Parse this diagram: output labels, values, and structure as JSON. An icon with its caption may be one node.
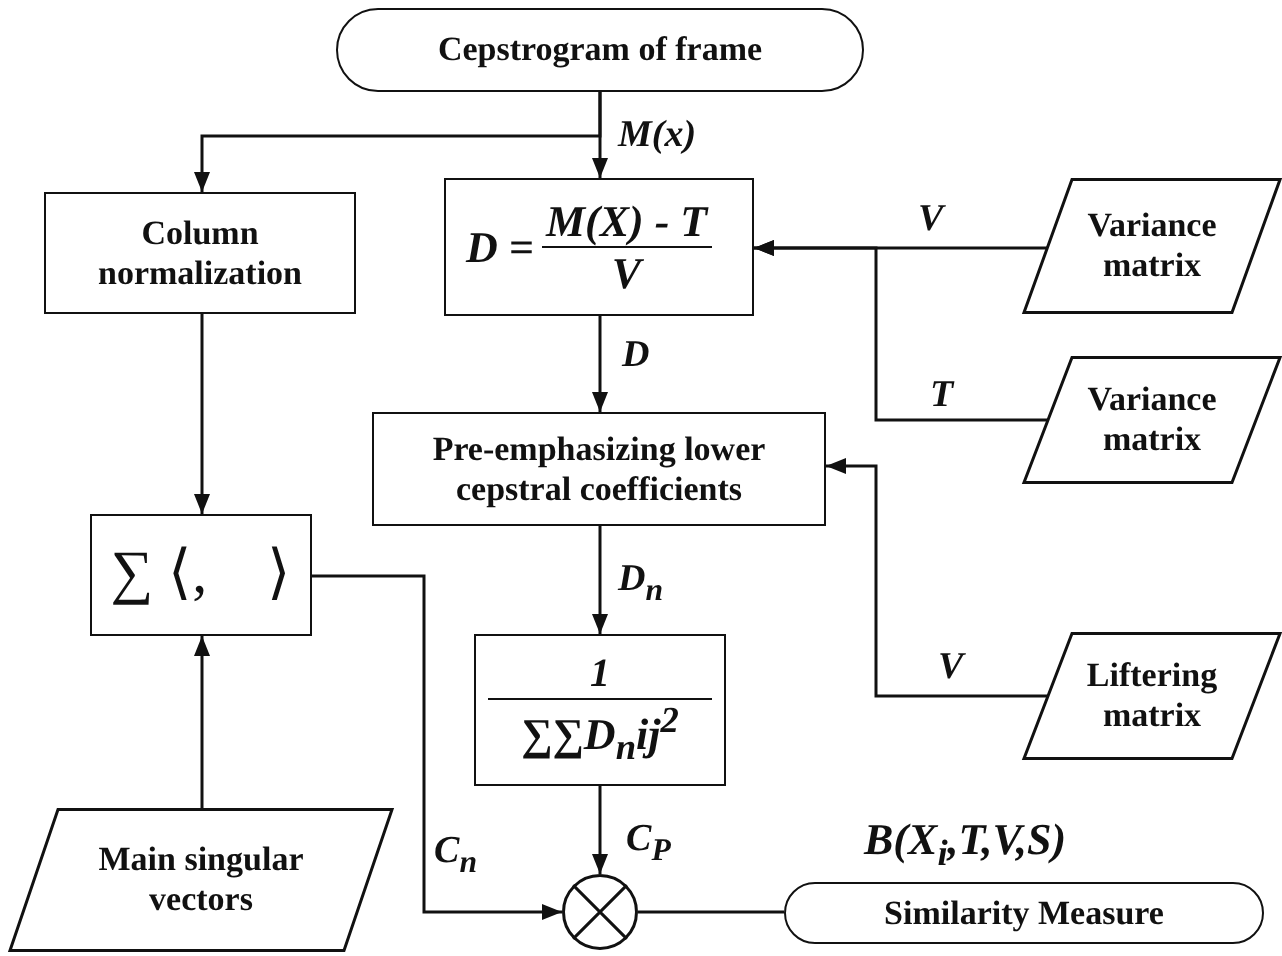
{
  "diagram": {
    "nodes": [
      {
        "text": [
          "Cepstrogram of  frame"
        ]
      },
      {
        "text": [
          "Column normalization"
        ]
      },
      {
        "text": [
          "D =",
          "M(X) - T",
          "V"
        ]
      },
      {
        "text": [
          "Variance matrix"
        ]
      },
      {
        "text": [
          "Variance matrix"
        ]
      },
      {
        "text": [
          "Pre-emphasizing lower cepstral coefficients"
        ]
      },
      {
        "text": [
          "∑ ⟨,    ⟩"
        ]
      },
      {
        "text": [
          "1",
          "∑∑D$_{n}$ij$^{2}$"
        ]
      },
      {
        "text": [
          "Liftering matrix"
        ]
      },
      {
        "text": [
          "Main singular vectors"
        ]
      },
      {
        "text": [],
        "shape": "circle"
      },
      {
        "text": [
          "Similarity Measure"
        ],
        "beside": [
          "B(X$_{i}$,T,V,S)"
        ]
      }
    ],
    "edges": [
      {
        "from": 0,
        "to": 1,
        "arrow": "to"
      },
      {
        "from": 0,
        "to": 2,
        "arrow": "to",
        "label": "M(x)"
      },
      {
        "from": 3,
        "to": 2,
        "arrow": "to",
        "label": "V"
      },
      {
        "from": 4,
        "to": 2,
        "arrow": "to",
        "label": "T"
      },
      {
        "from": 2,
        "to": 5,
        "arrow": "to",
        "label": "D"
      },
      {
        "from": 8,
        "to": 5,
        "arrow": "to",
        "label": "V"
      },
      {
        "from": 1,
        "to": 6,
        "arrow": "to"
      },
      {
        "from": 9,
        "to": 6,
        "arrow": "to"
      },
      {
        "from": 5,
        "to": 7,
        "arrow": "to",
        "label": "D$_{n}$"
      },
      {
        "from": 6,
        "to": 10,
        "arrow": "to",
        "label": "C$_{n}$"
      },
      {
        "from": 7,
        "to": 10,
        "arrow": "to",
        "label": "C$_{P}$"
      },
      {
        "from": 10,
        "to": 11,
        "arrow": "none"
      }
    ]
  }
}
